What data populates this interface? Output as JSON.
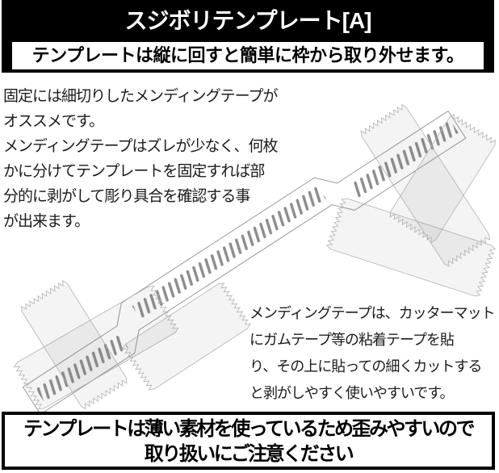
{
  "header": {
    "title": "スジボリテンプレート[A]"
  },
  "subheader": {
    "text": "テンプレートは縦に回すと簡単に枠から取り外せます。"
  },
  "notes": {
    "left": "固定には細切りしたメンディングテープが\nオススメです。\nメンディングテープはズレが少なく、何枚\nかに分けてテンプレートを固定すれば部\n分的に剥がして彫り具合を確認する事\nが出来ます。",
    "right": "メンディングテープは、カッターマット\nにガムテープ等の粘着テープを貼\nり、その上に貼っての細くカットする\nと剥がしやすく使いやすいです。"
  },
  "footer": {
    "text": "テンプレートは薄い素材を使っているため歪みやすいので\n取り扱いにご注意ください"
  },
  "illustration": {
    "description": "scribing-template-strip-fixed-with-mending-tape",
    "colors": {
      "strip_outline": "#9a9a9a",
      "slot": "#8d8d8d",
      "tape_edge": "#b2b2b2",
      "header_bg": "#000000"
    }
  }
}
